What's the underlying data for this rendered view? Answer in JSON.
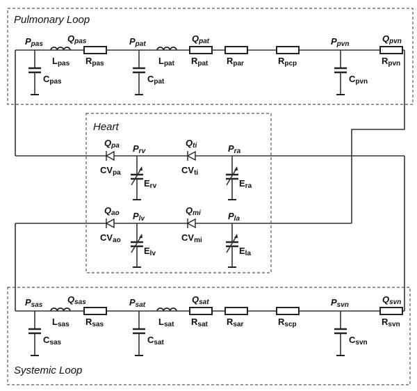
{
  "boxes": {
    "pulmonary": {
      "title": "Pulmonary Loop"
    },
    "heart": {
      "title": "Heart"
    },
    "systemic": {
      "title": "Systemic Loop"
    }
  },
  "pulmonary": {
    "nodes": [
      {
        "id": "Ppas",
        "main": "P",
        "sub": "pas"
      },
      {
        "id": "Ppat",
        "main": "P",
        "sub": "pat"
      },
      {
        "id": "Ppvn",
        "main": "P",
        "sub": "pvn"
      }
    ],
    "flows": [
      {
        "id": "Qpas",
        "main": "Q",
        "sub": "pas"
      },
      {
        "id": "Qpat",
        "main": "Q",
        "sub": "pat"
      },
      {
        "id": "Qpvn",
        "main": "Q",
        "sub": "pvn"
      }
    ],
    "inductors": [
      {
        "id": "Lpas",
        "main": "L",
        "sub": "pas"
      },
      {
        "id": "Lpat",
        "main": "L",
        "sub": "pat"
      }
    ],
    "resistors": [
      {
        "id": "Rpas",
        "main": "R",
        "sub": "pas"
      },
      {
        "id": "Rpat",
        "main": "R",
        "sub": "pat"
      },
      {
        "id": "Rpar",
        "main": "R",
        "sub": "par"
      },
      {
        "id": "Rpcp",
        "main": "R",
        "sub": "pcp"
      },
      {
        "id": "Rpvn",
        "main": "R",
        "sub": "pvn"
      }
    ],
    "capacitors": [
      {
        "id": "Cpas",
        "main": "C",
        "sub": "pas"
      },
      {
        "id": "Cpat",
        "main": "C",
        "sub": "pat"
      },
      {
        "id": "Cpvn",
        "main": "C",
        "sub": "pvn"
      }
    ]
  },
  "heart": {
    "nodes": [
      {
        "id": "Prv",
        "main": "P",
        "sub": "rv"
      },
      {
        "id": "Pra",
        "main": "P",
        "sub": "ra"
      },
      {
        "id": "Plv",
        "main": "P",
        "sub": "lv"
      },
      {
        "id": "Pla",
        "main": "P",
        "sub": "la"
      }
    ],
    "flows": [
      {
        "id": "Qpa",
        "main": "Q",
        "sub": "pa"
      },
      {
        "id": "Qti",
        "main": "Q",
        "sub": "ti"
      },
      {
        "id": "Qao",
        "main": "Q",
        "sub": "ao"
      },
      {
        "id": "Qmi",
        "main": "Q",
        "sub": "mi"
      }
    ],
    "valves": [
      {
        "id": "CVpa",
        "main": "CV",
        "sub": "pa"
      },
      {
        "id": "CVti",
        "main": "CV",
        "sub": "ti"
      },
      {
        "id": "CVao",
        "main": "CV",
        "sub": "ao"
      },
      {
        "id": "CVmi",
        "main": "CV",
        "sub": "mi"
      }
    ],
    "elastances": [
      {
        "id": "Erv",
        "main": "E",
        "sub": "rv"
      },
      {
        "id": "Era",
        "main": "E",
        "sub": "ra"
      },
      {
        "id": "Elv",
        "main": "E",
        "sub": "lv"
      },
      {
        "id": "Ela",
        "main": "E",
        "sub": "la"
      }
    ]
  },
  "systemic": {
    "nodes": [
      {
        "id": "Psas",
        "main": "P",
        "sub": "sas"
      },
      {
        "id": "Psat",
        "main": "P",
        "sub": "sat"
      },
      {
        "id": "Psvn",
        "main": "P",
        "sub": "svn"
      }
    ],
    "flows": [
      {
        "id": "Qsas",
        "main": "Q",
        "sub": "sas"
      },
      {
        "id": "Qsat",
        "main": "Q",
        "sub": "sat"
      },
      {
        "id": "Qsvn",
        "main": "Q",
        "sub": "svn"
      }
    ],
    "inductors": [
      {
        "id": "Lsas",
        "main": "L",
        "sub": "sas"
      },
      {
        "id": "Lsat",
        "main": "L",
        "sub": "sat"
      }
    ],
    "resistors": [
      {
        "id": "Rsas",
        "main": "R",
        "sub": "sas"
      },
      {
        "id": "Rsat",
        "main": "R",
        "sub": "sat"
      },
      {
        "id": "Rsar",
        "main": "R",
        "sub": "sar"
      },
      {
        "id": "Rscp",
        "main": "R",
        "sub": "scp"
      },
      {
        "id": "Rsvn",
        "main": "R",
        "sub": "svn"
      }
    ],
    "capacitors": [
      {
        "id": "Csas",
        "main": "C",
        "sub": "sas"
      },
      {
        "id": "Csat",
        "main": "C",
        "sub": "sat"
      },
      {
        "id": "Csvn",
        "main": "C",
        "sub": "svn"
      }
    ]
  }
}
